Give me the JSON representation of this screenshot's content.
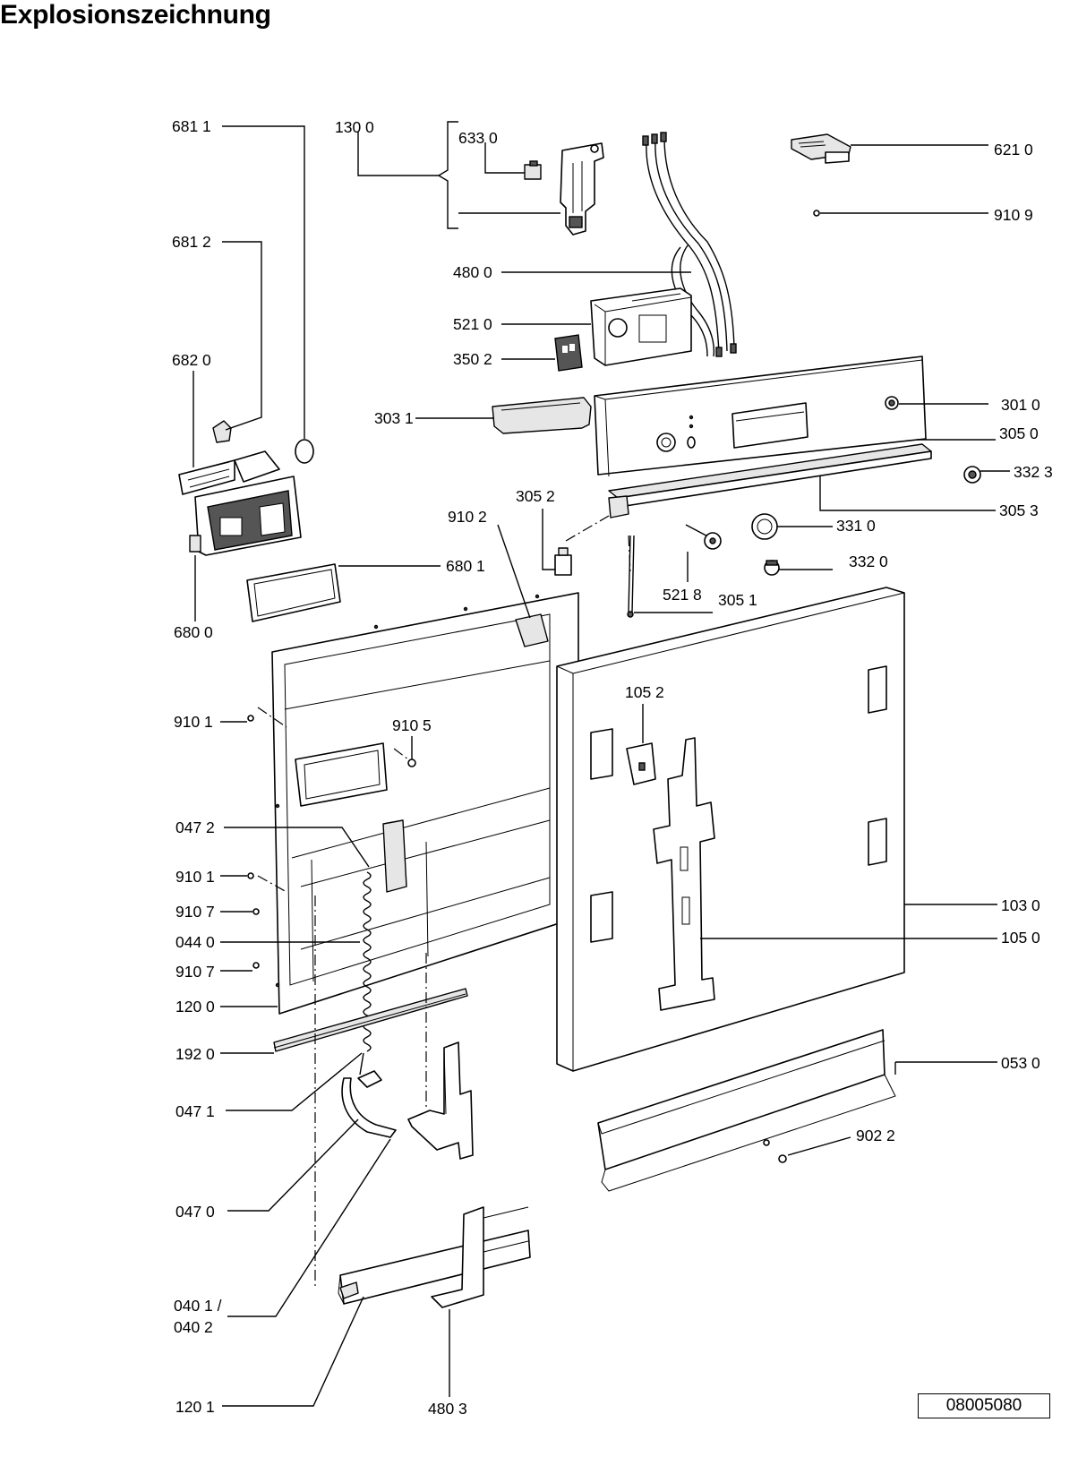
{
  "title": "Explosionszeichnung",
  "document_number": "08005080",
  "callouts": [
    {
      "id": "c6811",
      "text": "681 1"
    },
    {
      "id": "c1300",
      "text": "130 0"
    },
    {
      "id": "c6330",
      "text": "633 0"
    },
    {
      "id": "c6210",
      "text": "621 0"
    },
    {
      "id": "c9109",
      "text": "910 9"
    },
    {
      "id": "c6812",
      "text": "681 2"
    },
    {
      "id": "c4800",
      "text": "480 0"
    },
    {
      "id": "c5210",
      "text": "521 0"
    },
    {
      "id": "c6820",
      "text": "682 0"
    },
    {
      "id": "c3502",
      "text": "350 2"
    },
    {
      "id": "c3031",
      "text": "303 1"
    },
    {
      "id": "c3010",
      "text": "301 0"
    },
    {
      "id": "c3050",
      "text": "305 0"
    },
    {
      "id": "c3323",
      "text": "332 3"
    },
    {
      "id": "c3052",
      "text": "305 2"
    },
    {
      "id": "c9102",
      "text": "910 2"
    },
    {
      "id": "c3053",
      "text": "305 3"
    },
    {
      "id": "c3310",
      "text": "331 0"
    },
    {
      "id": "c3320",
      "text": "332 0"
    },
    {
      "id": "c6801",
      "text": "680 1"
    },
    {
      "id": "c5218",
      "text": "521 8"
    },
    {
      "id": "c3051",
      "text": "305 1"
    },
    {
      "id": "c6800",
      "text": "680 0"
    },
    {
      "id": "c1052",
      "text": "105 2"
    },
    {
      "id": "c9101a",
      "text": "910 1"
    },
    {
      "id": "c9105",
      "text": "910 5"
    },
    {
      "id": "c0472",
      "text": "047 2"
    },
    {
      "id": "c9101b",
      "text": "910 1"
    },
    {
      "id": "c9107a",
      "text": "910 7"
    },
    {
      "id": "c1030",
      "text": "103 0"
    },
    {
      "id": "c0440",
      "text": "044 0"
    },
    {
      "id": "c1050",
      "text": "105 0"
    },
    {
      "id": "c9107b",
      "text": "910 7"
    },
    {
      "id": "c1200",
      "text": "120 0"
    },
    {
      "id": "c1920",
      "text": "192 0"
    },
    {
      "id": "c0530",
      "text": "053 0"
    },
    {
      "id": "c0471",
      "text": "047 1"
    },
    {
      "id": "c9022",
      "text": "902 2"
    },
    {
      "id": "c0470",
      "text": "047 0"
    },
    {
      "id": "c0401",
      "text": "040 1 /"
    },
    {
      "id": "c0402",
      "text": "040 2"
    },
    {
      "id": "c1201",
      "text": "120 1"
    },
    {
      "id": "c4803",
      "text": "480 3"
    }
  ]
}
